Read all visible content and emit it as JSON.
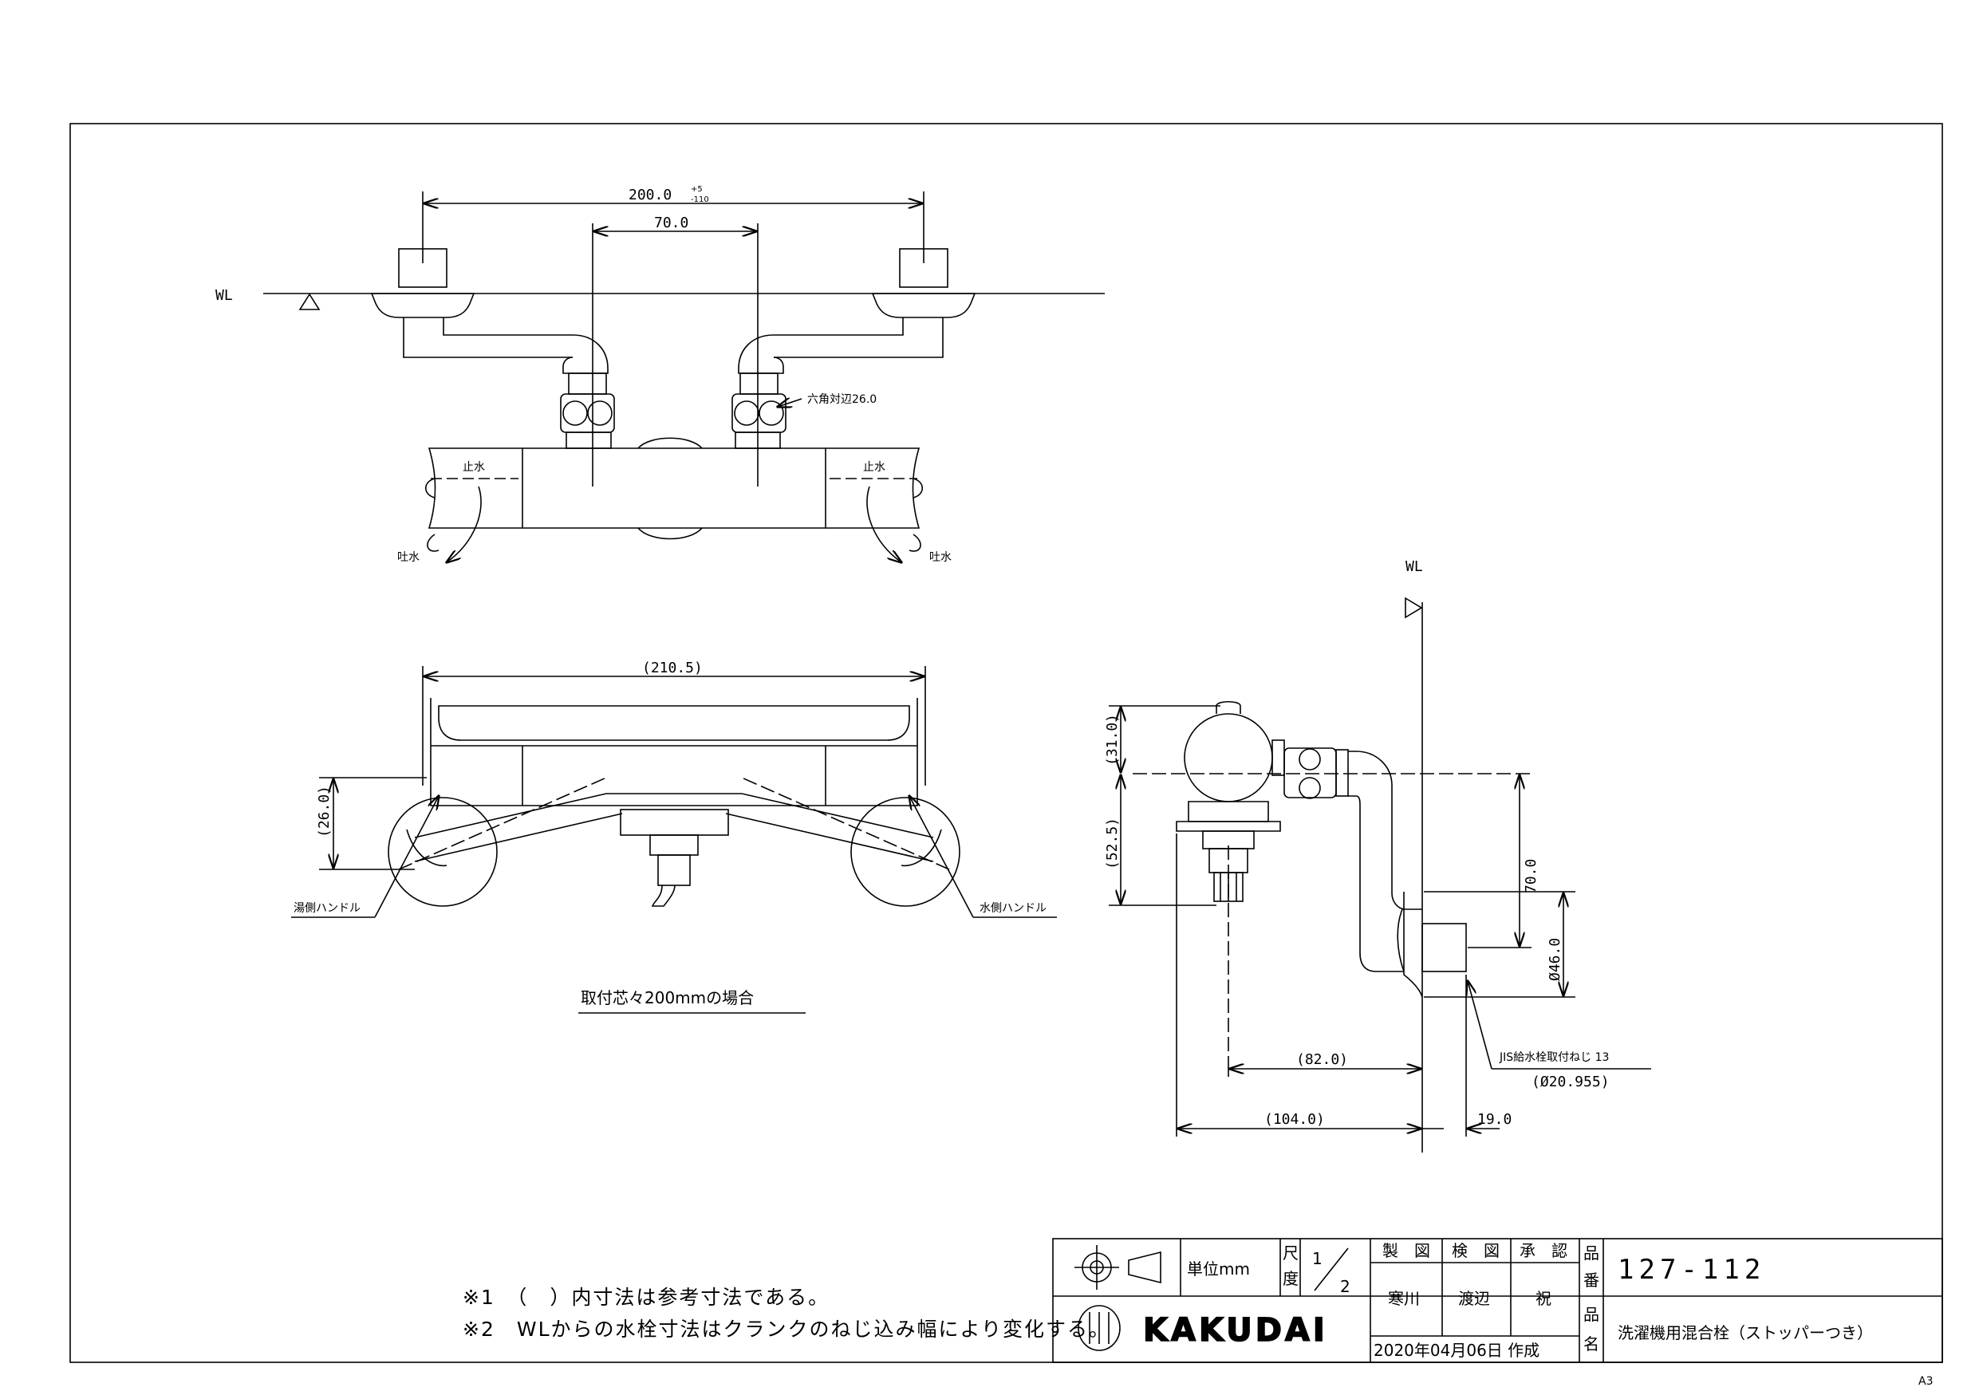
{
  "sheet": {
    "size": "A3"
  },
  "front_view": {
    "dim_total": "200.0",
    "dim_total_tol": [
      "+5",
      "-110"
    ],
    "dim_center": "70.0",
    "water_level": "WL",
    "hex_label": "六角対辺26.0",
    "stop_left": "止水",
    "stop_right": "止水",
    "spout_left": "吐水",
    "spout_right": "吐水"
  },
  "bottom_view": {
    "dim_width": "(210.5)",
    "dim_height": "(26.0)",
    "hot_handle": "湯側ハンドル",
    "cold_handle": "水側ハンドル",
    "caption": "取付芯々200mmの場合"
  },
  "side_view": {
    "water_level": "WL",
    "dim_top": "(31.0)",
    "dim_mid": "(52.5)",
    "dim_70": "70.0",
    "dim_dia": "Ø46.0",
    "thread_label": "JIS給水栓取付ねじ 13",
    "thread_dia": "(Ø20.955)",
    "dim_82": "(82.0)",
    "dim_104": "(104.0)",
    "dim_19": "19.0"
  },
  "notes": [
    "※1　（　）内寸法は参考寸法である。",
    "※2　WLからの水栓寸法はクランクのねじ込み幅により変化する。"
  ],
  "title_block": {
    "unit_label": "単位mm",
    "scale_label_1": "尺",
    "scale_label_2": "度",
    "scale_num": "1",
    "scale_den": "2",
    "drawn_label": "製　図",
    "checked_label": "検　図",
    "approved_label": "承　認",
    "drawn_by": "寒川",
    "checked_by": "渡辺",
    "approved_by": "祝",
    "date_text": "2020年04月06日 作成",
    "part_no_label_1": "品",
    "part_no_label_2": "番",
    "part_name_label_1": "品",
    "part_name_label_2": "名",
    "part_no": "127-112",
    "part_name": "洗濯機用混合栓（ストッパーつき）",
    "logo": "KAKUDAI"
  }
}
